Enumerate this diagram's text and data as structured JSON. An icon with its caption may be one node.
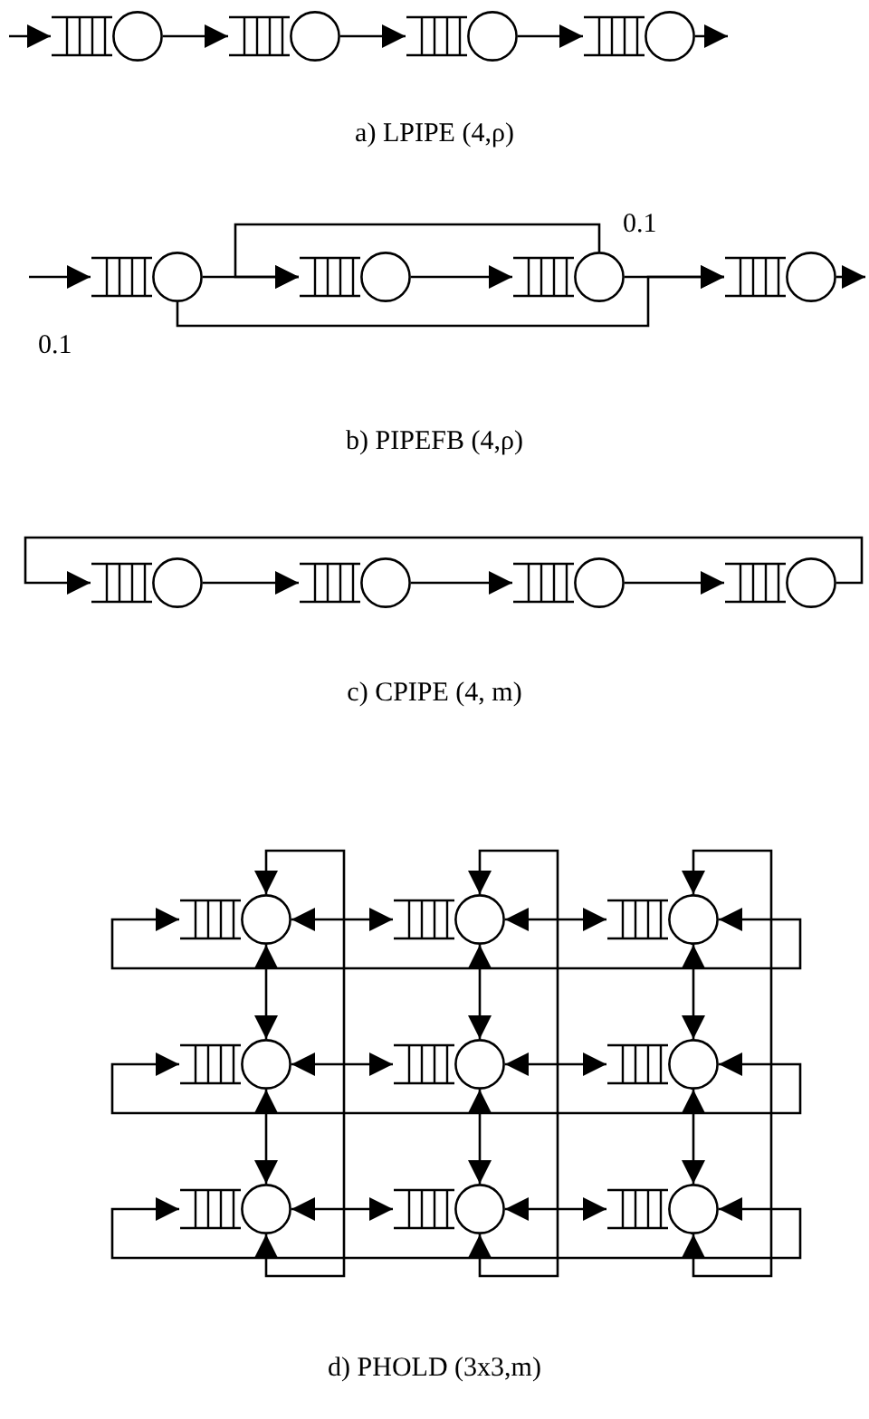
{
  "diagram": {
    "nodes": [
      {
        "text": [],
        "shape": "queue"
      },
      {
        "text": [],
        "shape": "queue"
      },
      {
        "text": [],
        "shape": "queue"
      },
      {
        "text": [],
        "shape": "queue"
      },
      {
        "text": [],
        "shape": "queue"
      },
      {
        "text": [],
        "shape": "queue"
      },
      {
        "text": [],
        "shape": "queue"
      },
      {
        "text": [],
        "shape": "queue"
      },
      {
        "text": [],
        "shape": "queue"
      },
      {
        "text": [],
        "shape": "queue"
      },
      {
        "text": [],
        "shape": "queue"
      },
      {
        "text": [],
        "shape": "queue"
      },
      {
        "text": [],
        "shape": "queue"
      },
      {
        "text": [],
        "shape": "queue"
      },
      {
        "text": [],
        "shape": "queue"
      },
      {
        "text": [],
        "shape": "queue"
      },
      {
        "text": [],
        "shape": "queue"
      },
      {
        "text": [],
        "shape": "queue"
      },
      {
        "text": [],
        "shape": "queue"
      },
      {
        "text": [],
        "shape": "queue"
      },
      {
        "text": [],
        "shape": "queue"
      }
    ],
    "edges": [
      {
        "from": null,
        "to": 0,
        "arrow": "to"
      },
      {
        "from": 0,
        "to": 1,
        "arrow": "to"
      },
      {
        "from": 1,
        "to": 2,
        "arrow": "to"
      },
      {
        "from": 2,
        "to": 3,
        "arrow": "to"
      },
      {
        "from": 3,
        "to": null,
        "arrow": "to"
      },
      {
        "from": null,
        "to": 4,
        "arrow": "to"
      },
      {
        "from": 4,
        "to": 5,
        "arrow": "to"
      },
      {
        "from": 5,
        "to": 6,
        "arrow": "to"
      },
      {
        "from": 6,
        "to": 7,
        "arrow": "to"
      },
      {
        "from": 7,
        "to": null,
        "arrow": "to"
      },
      {
        "from": 6,
        "to": 5,
        "arrow": "to",
        "label": "0.1"
      },
      {
        "from": 4,
        "to": 7,
        "arrow": "to",
        "label": "0.1"
      },
      {
        "from": 8,
        "to": 9,
        "arrow": "to"
      },
      {
        "from": 9,
        "to": 10,
        "arrow": "to"
      },
      {
        "from": 10,
        "to": 11,
        "arrow": "to"
      },
      {
        "from": 11,
        "to": 8,
        "arrow": "to"
      },
      {
        "from": 12,
        "to": 13,
        "arrow": "both"
      },
      {
        "from": 13,
        "to": 14,
        "arrow": "both"
      },
      {
        "from": 15,
        "to": 16,
        "arrow": "both"
      },
      {
        "from": 16,
        "to": 17,
        "arrow": "both"
      },
      {
        "from": 18,
        "to": 19,
        "arrow": "both"
      },
      {
        "from": 19,
        "to": 20,
        "arrow": "both"
      },
      {
        "from": 12,
        "to": 15,
        "arrow": "both"
      },
      {
        "from": 13,
        "to": 16,
        "arrow": "both"
      },
      {
        "from": 14,
        "to": 17,
        "arrow": "both"
      },
      {
        "from": 15,
        "to": 18,
        "arrow": "both"
      },
      {
        "from": 16,
        "to": 19,
        "arrow": "both"
      },
      {
        "from": 17,
        "to": 20,
        "arrow": "both"
      },
      {
        "from": 12,
        "to": 14,
        "arrow": "both"
      },
      {
        "from": 15,
        "to": 17,
        "arrow": "both"
      },
      {
        "from": 18,
        "to": 20,
        "arrow": "both"
      },
      {
        "from": 12,
        "to": 18,
        "arrow": "both"
      },
      {
        "from": 13,
        "to": 19,
        "arrow": "both"
      },
      {
        "from": 14,
        "to": 20,
        "arrow": "both"
      }
    ],
    "labels": [
      "a) LPIPE (4,ρ)",
      "b) PIPEFB (4,ρ)",
      "c) CPIPE (4, m)",
      "d) PHOLD (3x3,m)"
    ]
  }
}
